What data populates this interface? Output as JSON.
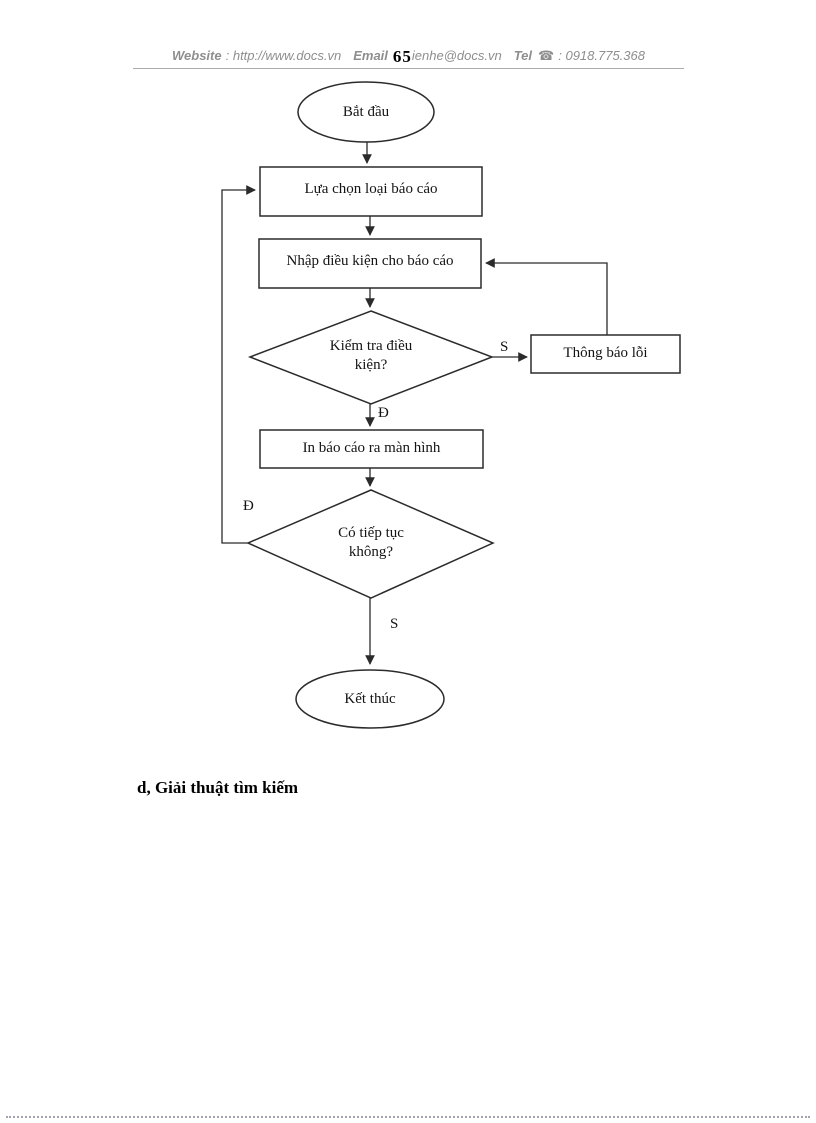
{
  "header": {
    "website_label": "Website",
    "website_value": ": http://www.docs.vn",
    "email_label": "Email",
    "page_number": "65",
    "email_value": "ienhe@docs.vn",
    "tel_label": "Tel",
    "phone_icon": "☎",
    "tel_value": ": 0918.775.368"
  },
  "flowchart": {
    "start": "Bắt đầu",
    "select_report": "Lựa chọn loại báo cáo",
    "enter_conditions": "Nhập điều kiện cho báo cáo",
    "check_conditions": "Kiểm tra điều kiện?",
    "error_message": "Thông báo lỗi",
    "print_report": "In báo cáo ra màn hình",
    "continue_question": "Có tiếp tục không?",
    "end": "Kết thúc",
    "labels": {
      "check_no": "S",
      "check_yes": "Đ",
      "continue_yes": "Đ",
      "continue_no": "S"
    }
  },
  "section_heading": "d, Giải thuật tìm kiếm"
}
